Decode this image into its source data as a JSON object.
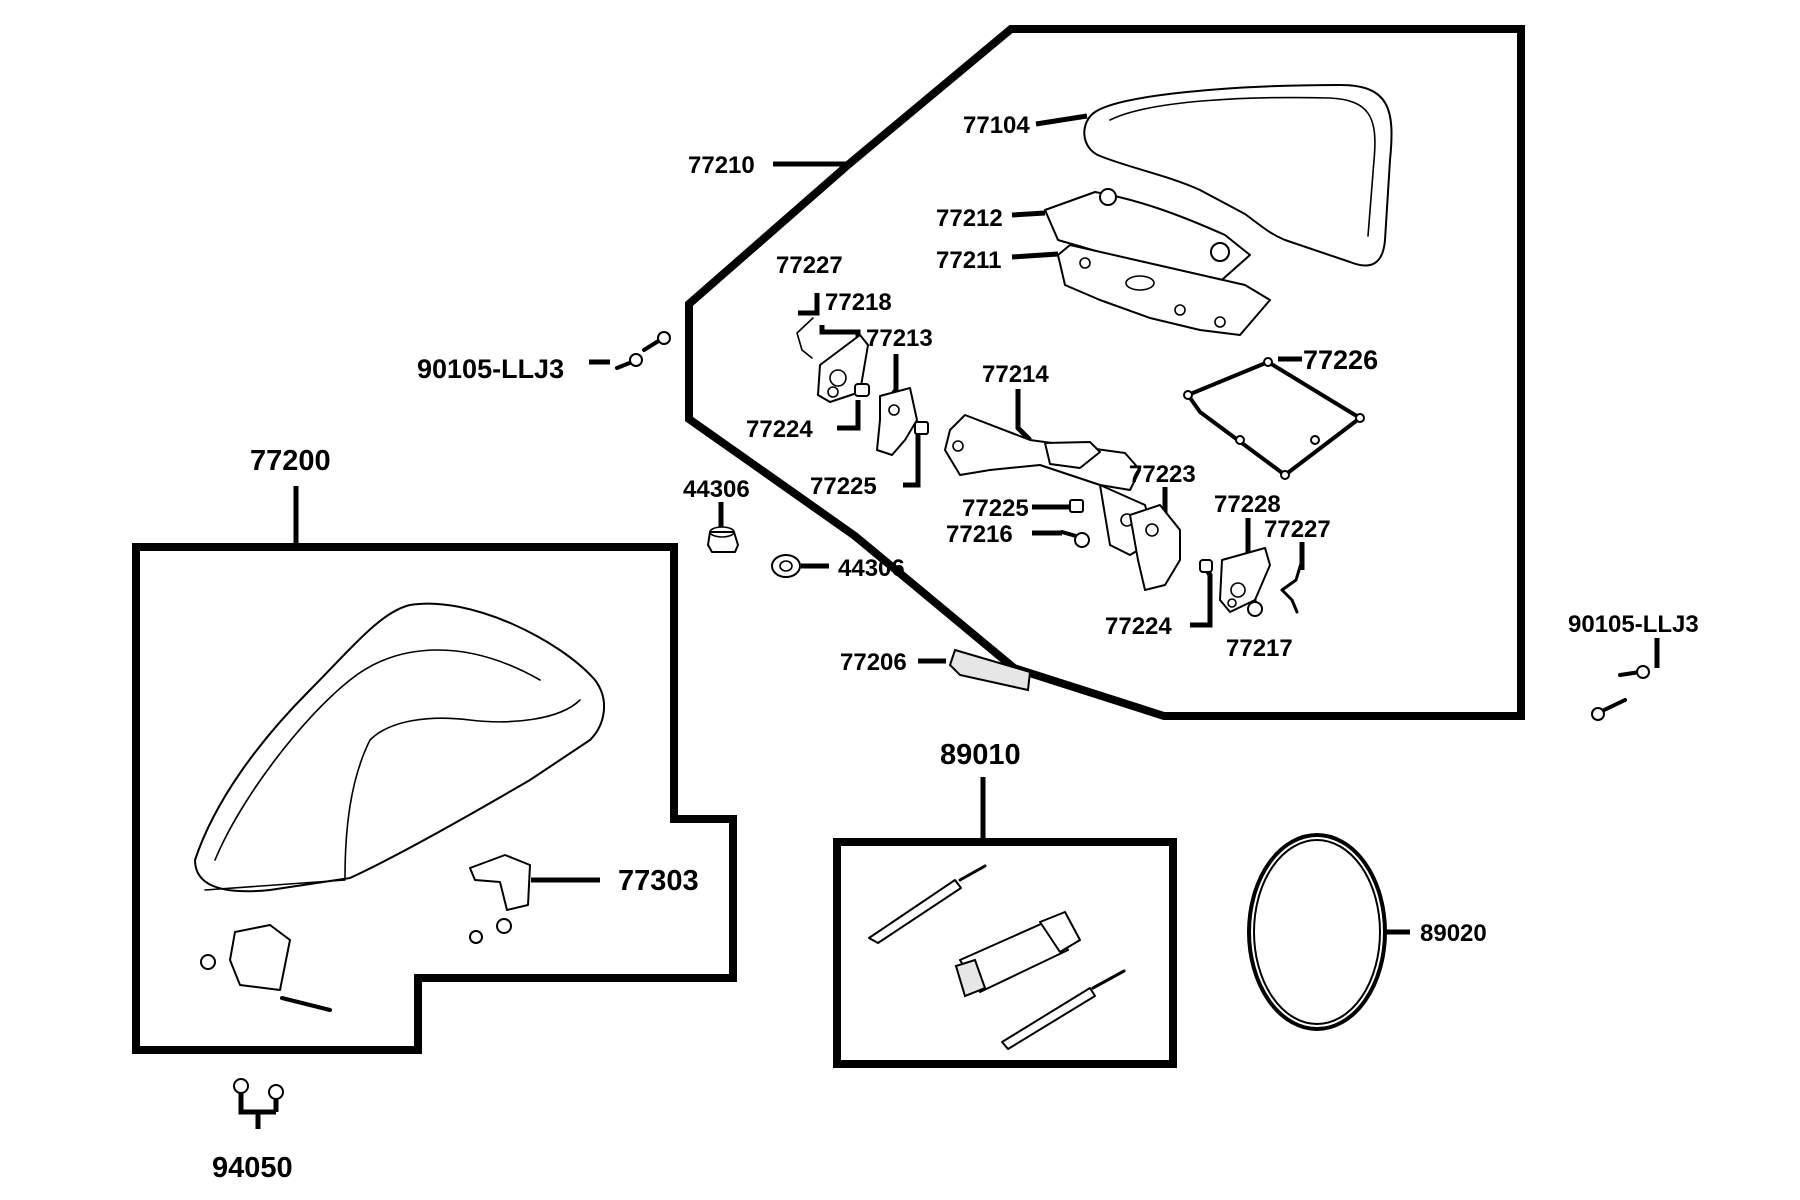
{
  "callouts": {
    "c77210": "77210",
    "c77104": "77104",
    "c77212": "77212",
    "c77211": "77211",
    "c77227a": "77227",
    "c77218": "77218",
    "c77213": "77213",
    "c77224a": "77224",
    "c77225a": "77225",
    "c77214": "77214",
    "c77226": "77226",
    "c77223": "77223",
    "c77225b": "77225",
    "c77216": "77216",
    "c77228": "77228",
    "c77227b": "77227",
    "c77224b": "77224",
    "c77217": "77217",
    "c77206": "77206",
    "c44306a": "44306",
    "c44306b": "44306",
    "c90105a": "90105-LLJ3",
    "c90105b": "90105-LLJ3",
    "c77200": "77200",
    "c77303": "77303",
    "c94050": "94050",
    "c89010": "89010",
    "c89020": "89020"
  }
}
